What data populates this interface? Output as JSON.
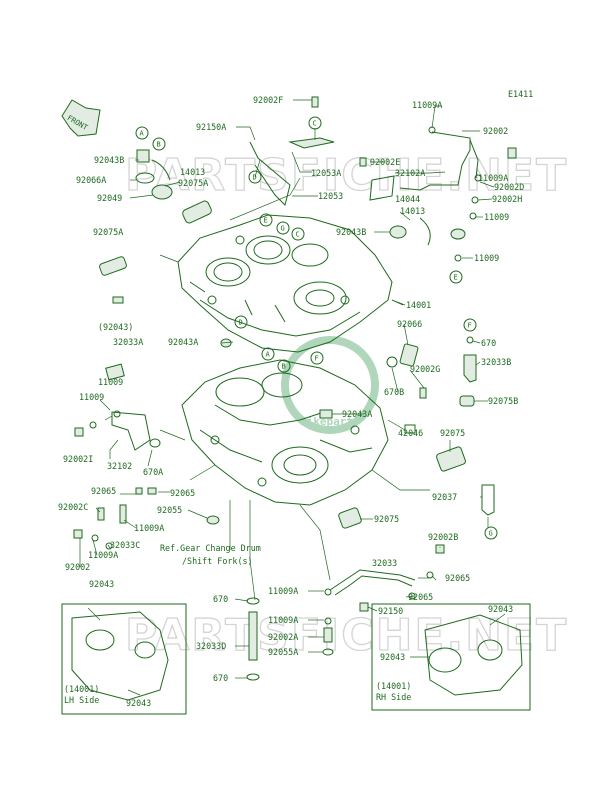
{
  "diagram": {
    "code": "E1411",
    "front_label": "FRONT",
    "watermark_text": "PARTSFICHE.NET",
    "stamp_text": "Bikeparts",
    "colors": {
      "ink": "#1e6a1e",
      "watermark": "#d4d4d4",
      "background": "#ffffff"
    },
    "part_numbers": {
      "p92002F": "92002F",
      "p92150A": "92150A",
      "p12053A": "12053A",
      "p12053": "12053",
      "p92002E": "92002E",
      "p32102A": "32102A",
      "p11009A_top": "11009A",
      "p92002_top": "92002",
      "p11009A_r": "11009A",
      "p92002D": "92002D",
      "p92002H": "92002H",
      "p11009_r1": "11009",
      "p11009_r2": "11009",
      "p92043B_l": "92043B",
      "p92066A": "92066A",
      "p14013_l": "14013",
      "p92075A_l": "92075A",
      "p92049": "92049",
      "p14044": "14044",
      "p14013_r": "14013",
      "p92043B_r": "92043B",
      "p92075A": "92075A",
      "p14001": "14001",
      "p92043_paren": "(92043)",
      "p92066": "92066",
      "p32033A": "32033A",
      "p92043A": "92043A",
      "p670_r": "670",
      "p32033B": "32033B",
      "p11009_l1": "11009",
      "p92002G": "92002G",
      "p670B": "670B",
      "p92075B": "92075B",
      "p11009_l2": "11009",
      "p92043A_m": "92043A",
      "p92002I": "92002I",
      "p32102": "32102",
      "p670A": "670A",
      "p42046": "42046",
      "p92075": "92075",
      "p92065_l": "92065",
      "p92065_m": "92065",
      "p92037": "92037",
      "p92002C": "92002C",
      "p92055": "92055",
      "p92075_m": "92075",
      "p11009A_l": "11009A",
      "p32033C": "32033C",
      "p11009A_l2": "11009A",
      "p92002B": "92002B",
      "p92002_l": "92002",
      "p32033": "32033",
      "p92065_r": "92065",
      "p11009A_b": "11009A",
      "p92065_b": "92065",
      "p92150": "92150",
      "p670_b1": "670",
      "p11009A_b2": "11009A",
      "p92002A": "92002A",
      "p32033D": "32033D",
      "p92055A": "92055A",
      "p670_b2": "670",
      "p92043_lh_top": "92043",
      "p92043_lh_bot": "92043",
      "p92043_rh_top": "92043",
      "p92043_rh_left": "92043"
    },
    "ref_note": {
      "line1": "Ref.Gear Change Drum",
      "line2": "/Shift Fork(s)"
    },
    "lh_box": {
      "number": "(14001)",
      "side": "LH Side"
    },
    "rh_box": {
      "number": "(14001)",
      "side": "RH Side"
    },
    "callouts": {
      "A1": "A",
      "B1": "B",
      "C1": "C",
      "D1": "D",
      "E1": "E",
      "F1": "F",
      "E2": "E",
      "G2": "G",
      "C2": "C",
      "D2": "D",
      "A3": "A",
      "B3": "B",
      "F3": "F",
      "E3": "E",
      "G3": "G"
    }
  }
}
